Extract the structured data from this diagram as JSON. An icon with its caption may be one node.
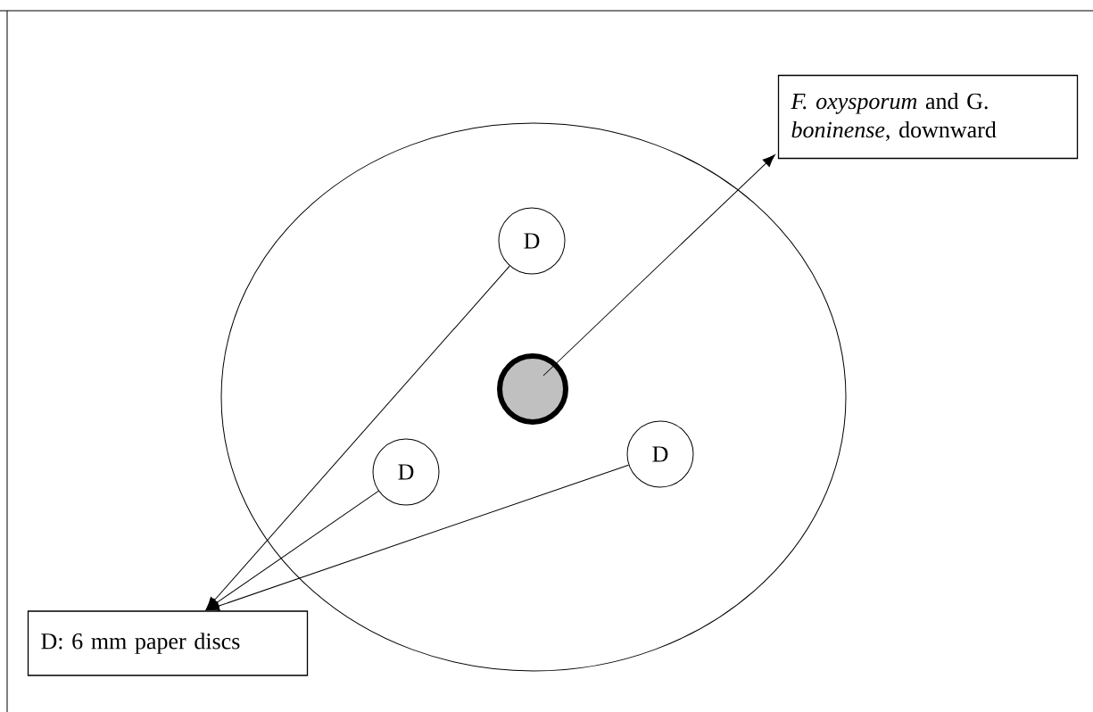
{
  "diagram": {
    "nodes": [
      {
        "text": [
          "*F. oxysporum* and G. *boninense*, downward"
        ]
      },
      {
        "text": [],
        "shape": "circle"
      },
      {
        "text": [
          "D"
        ],
        "in": 1
      },
      {
        "text": [],
        "shape": "circle",
        "in": 1
      },
      {
        "text": [
          "D"
        ],
        "in": 1
      },
      {
        "text": [
          "D"
        ],
        "in": 1
      },
      {
        "text": [
          "D: 6 mm paper discs"
        ]
      }
    ],
    "edges": [
      {
        "from": 3,
        "to": 0,
        "arrow": "to"
      },
      {
        "from": 2,
        "to": 6,
        "arrow": "to"
      },
      {
        "from": 4,
        "to": 6,
        "arrow": "to"
      },
      {
        "from": 5,
        "to": 6,
        "arrow": "to"
      }
    ]
  }
}
